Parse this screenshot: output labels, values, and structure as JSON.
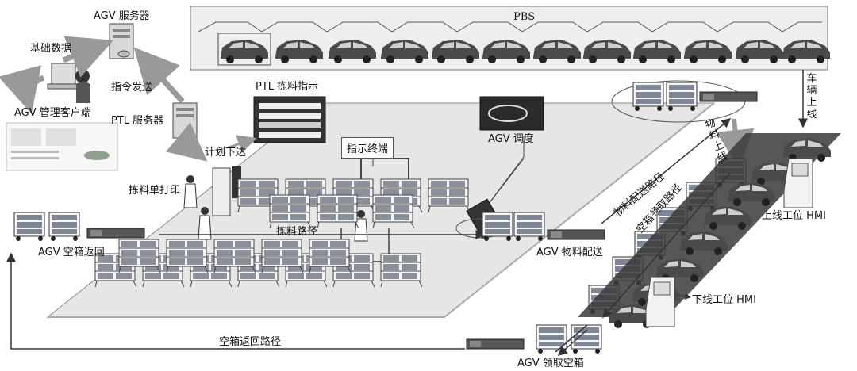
{
  "labels": {
    "pbs": "PBS",
    "agv_server": "AGV 服务器",
    "basic_data": "基础数据",
    "command_send": "指令发送",
    "agv_client": "AGV 管理客户端",
    "ptl_server": "PTL 服务器",
    "ptl_picking_indicator": "PTL 拣料指示",
    "plan_release": "计划下达",
    "indicator_terminal": "指示终端",
    "agv_dispatch": "AGV 调度",
    "pick_list_print": "拣料单打印",
    "picking_path": "拣料路径",
    "agv_empty_return": "AGV 空箱返回",
    "agv_material_delivery": "AGV 物料配送",
    "material_delivery_path": "物料配送路径",
    "empty_box_pickup_path": "空箱领取路径",
    "material_online": "物料上线",
    "vehicle_online": "车辆上线",
    "online_station_hmi": "上线工位 HMI",
    "offline_station_hmi": "下线工位 HMI",
    "empty_box_return_path": "空箱返回路径",
    "agv_pickup_empty_box": "AGV 领取空箱"
  },
  "colors": {
    "line": "#333333",
    "gray_arrow": "#9a9a9a",
    "floor": "#e6e6e6",
    "panel": "#eeeeee",
    "car": "#4a4a4a",
    "rack": "#555555",
    "box": "#9aa6b8"
  }
}
